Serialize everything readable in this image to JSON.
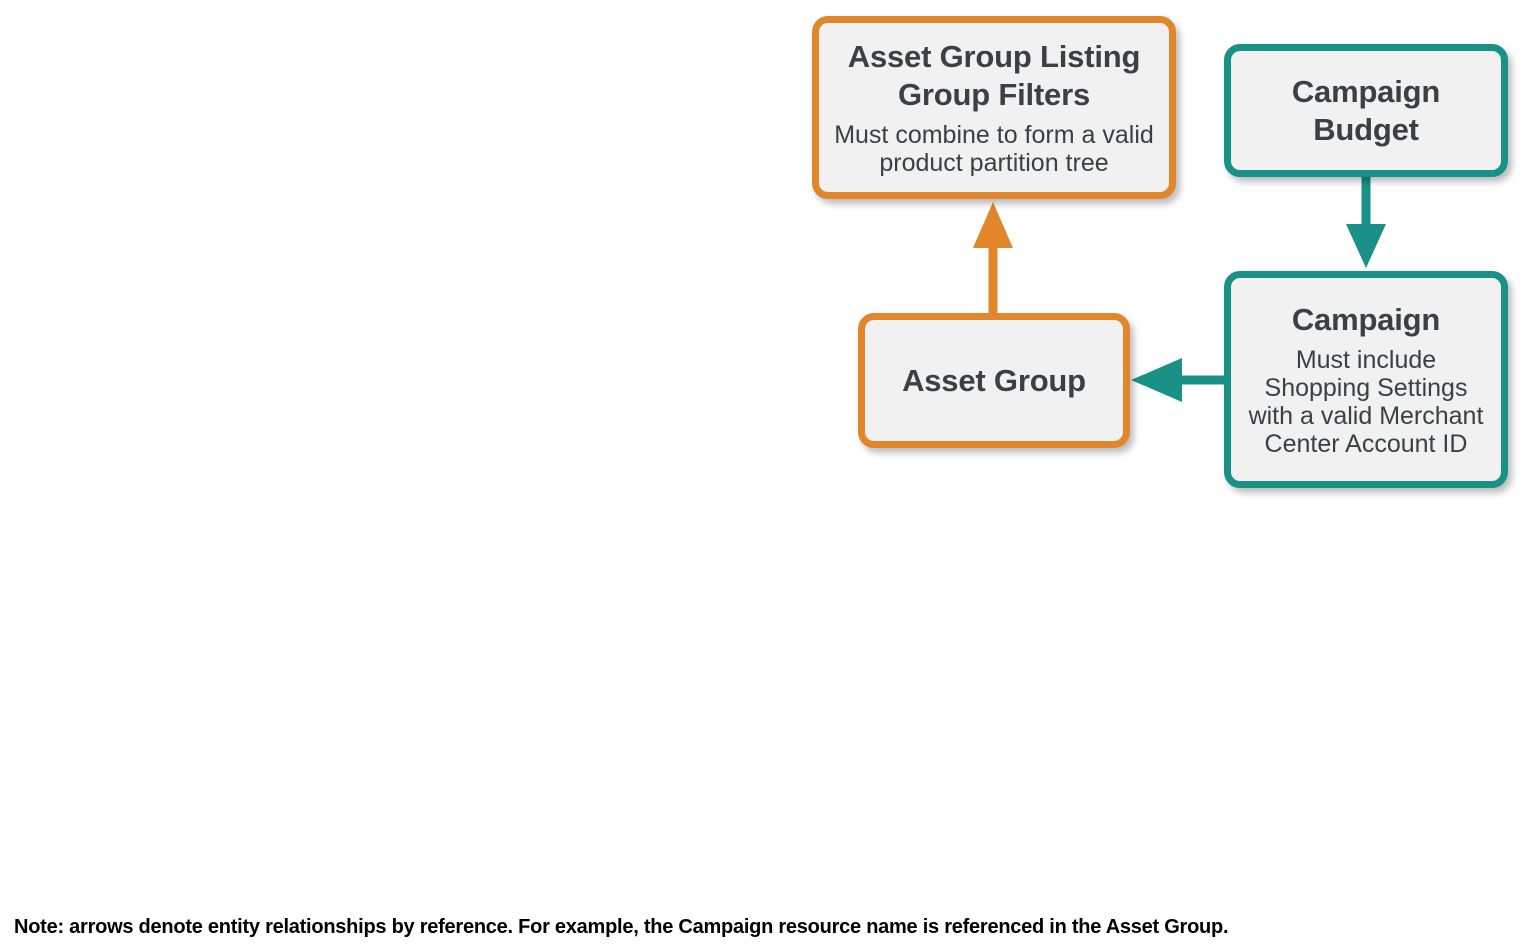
{
  "diagram": {
    "type": "entity-relationship",
    "colors": {
      "orange": "#e1862b",
      "teal": "#199187",
      "node_fill": "#f1f1f1",
      "text": "#3c4043",
      "footnote_text": "#000000",
      "background": "#ffffff"
    },
    "nodes": [
      {
        "id": "listing-group-filters",
        "title": "Asset Group Listing\nGroup Filters",
        "description": "Must combine to form a valid\nproduct partition tree",
        "accent": "orange"
      },
      {
        "id": "campaign-budget",
        "title": "Campaign\nBudget",
        "description": "",
        "accent": "teal"
      },
      {
        "id": "asset-group",
        "title": "Asset Group",
        "description": "",
        "accent": "orange"
      },
      {
        "id": "campaign",
        "title": "Campaign",
        "description": "Must include\nShopping Settings\nwith a valid Merchant\nCenter Account ID",
        "accent": "teal"
      }
    ],
    "edges": [
      {
        "id": "asset-group-to-listing-group-filters",
        "from": "asset-group",
        "to": "listing-group-filters",
        "direction": "up",
        "color": "orange"
      },
      {
        "id": "campaign-budget-to-campaign",
        "from": "campaign-budget",
        "to": "campaign",
        "direction": "down",
        "color": "teal"
      },
      {
        "id": "campaign-to-asset-group",
        "from": "campaign",
        "to": "asset-group",
        "direction": "left",
        "color": "teal"
      }
    ],
    "footnote": "Note: arrows denote entity relationships by reference. For example, the Campaign resource name is referenced in the Asset Group."
  }
}
